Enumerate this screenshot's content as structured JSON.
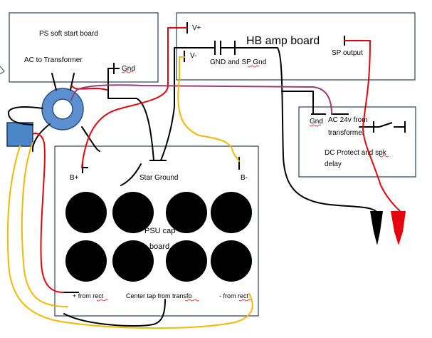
{
  "colors": {
    "wire_red": "#e3070d",
    "wire_black": "#000000",
    "wire_yellow": "#f5b800",
    "wire_purple": "#9a3c74",
    "toroid_blue": "#5b8fd0",
    "rectifier_blue": "#4a86c8",
    "board_outline": "#2b3f5a"
  },
  "ps_soft_start": {
    "title": "PS soft start board",
    "ac_label": "AC to Transformer",
    "gnd_label": "Gnd"
  },
  "amp_board": {
    "title": "HB amp board",
    "vplus_label": "V+",
    "vminus_label": "V-",
    "gnd_sp_label": "GND and SP Gnd",
    "sp_output_label": "SP output"
  },
  "dc_protect": {
    "gnd_label": "Gnd",
    "ac_label_1": "AC 24v from",
    "ac_label_2": "transformer",
    "title_1": "DC Protect and spk",
    "title_2": "delay"
  },
  "psu_cap_board": {
    "title_1": "PSU cap",
    "title_2": "board",
    "bplus_label": "B+",
    "star_ground_label": "Star Ground",
    "bminus_label": "B-",
    "plus_rect_label": "+ from rect",
    "center_tap_label": "Center tap from transfo",
    "minus_rect_label": "- from rect"
  },
  "icons": [
    "toroid-transformer-icon",
    "bridge-rectifier-icon",
    "capacitor-icon",
    "banana-plug-icon",
    "switch-icon"
  ]
}
